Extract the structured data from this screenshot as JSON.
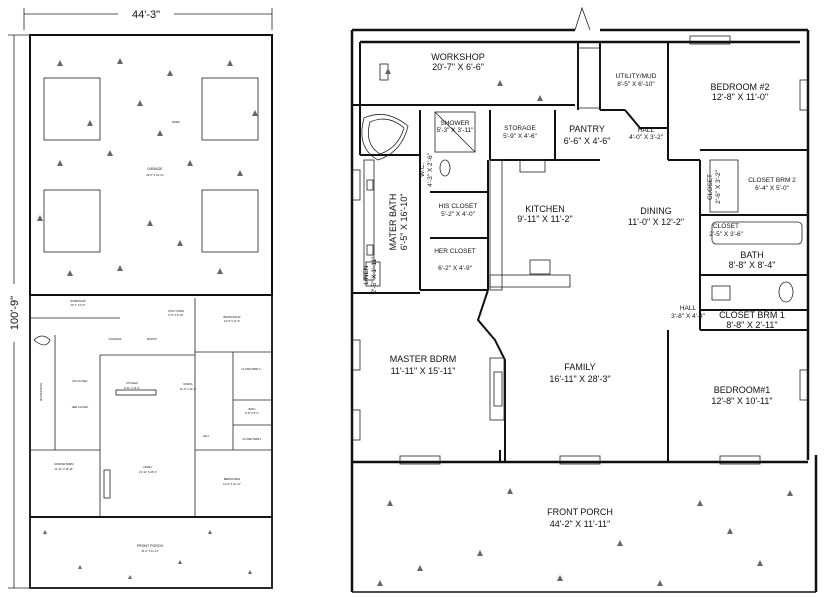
{
  "overall": {
    "width_label": "44'-3\"",
    "depth_label": "100'-9\""
  },
  "thumbnail": {
    "garage_name": "GARAGE",
    "garage_size": "43'-6\" X 44'-11\"",
    "work_small": "WORK",
    "workshop_name": "WORKSHOP",
    "workshop_size": "20'-7\" X 6'-6\"",
    "storage": "STORAGE",
    "pantry": "PANTRY",
    "utility_name": "UTILITY/MUD",
    "utility_size": "8'-5\" X 6'-10\"",
    "bedroom2_name": "BEDROOM #2",
    "bedroom2_size": "12'-8\" X 11'-0\"",
    "kitchen_name": "KITCHEN",
    "kitchen_size": "9'-11\" X 11'-2\"",
    "dining_name": "DINING",
    "dining_size": "11'-0\" X 12'-2\"",
    "master_bath": "MASTER BATH",
    "his_closet": "HIS CLOSET",
    "her_closet": "HER CLOSET",
    "closet_brm2": "CLOSET BRM 2",
    "bath_name": "BATH",
    "bath_size": "8'-8\" X 8'-4\"",
    "closet_brm1": "CLOSET BRM 1",
    "hall": "HALL",
    "master_bdrm_name": "MASTER BDRM",
    "master_bdrm_size": "11'-11\" X 15'-11\"",
    "family_name": "FAMILY",
    "family_size": "16'-11\" X 28'-3\"",
    "bedroom1_name": "BEDROOM#1",
    "bedroom1_size": "12'-8\" X 10'-11\"",
    "front_porch_name": "FRONT PORCH",
    "front_porch_size": "44'-2\" X 11'-11\""
  },
  "detail": {
    "workshop_name": "WORKSHOP",
    "workshop_size": "20'-7\" X 6'-6\"",
    "utility_name": "UTILITY/MUD",
    "utility_size": "8'-5\" X 6'-10\"",
    "bedroom2_name": "BEDROOM #2",
    "bedroom2_size": "12'-8\" X 11'-0\"",
    "shower_name": "SHOWER",
    "shower_size": "5'-3\" X 3'-11\"",
    "storage_name": "STORAGE",
    "storage_size": "5'-9\" X 4'-6\"",
    "pantry_name": "PANTRY",
    "pantry_size": "6'-6\" X 4'-6\"",
    "hall_top_name": "HALL",
    "hall_top_size": "4'-0\" X 3'-2\"",
    "closet_brm2_name": "CLOSET BRM 2",
    "closet_brm2_size": "6'-4\" X 5'-0\"",
    "wc_name": "W.C.",
    "wc_size": "4'-3\" X 2'-6\"",
    "closet_small_name": "CLOSET",
    "closet_small_size": "2'-6\" X 3'-2\"",
    "master_bath_name": "MATER BATH",
    "master_bath_size": "6'-5\" X 16'-10\"",
    "his_closet_name": "HIS CLOSET",
    "his_closet_size": "5'-2\" X 4'-0\"",
    "kitchen_name": "KITCHEN",
    "kitchen_size": "9'-11\" X 11'-2\"",
    "dining_name": "DINING",
    "dining_size": "11'-0\" X 12'-2\"",
    "closet_mid_name": "CLOSET",
    "closet_mid_size": "2'-5\" X 3'-6\"",
    "bath_name": "BATH",
    "bath_size": "8'-8\" X 8'-4\"",
    "her_closet_name": "HER CLOSET",
    "her_closet_size": "6'-2\" X 4'-9\"",
    "linen_name": "LINEN",
    "linen_size": "2'-5\" X 1'-11\"",
    "hall_lower_name": "HALL",
    "hall_lower_size": "3'-8\" X 4'-8\"",
    "closet_brm1_name": "CLOSET BRM 1",
    "closet_brm1_size": "8'-8\" X 2'-11\"",
    "master_bdrm_name": "MASTER BDRM",
    "master_bdrm_size": "11'-11\" X 15'-11\"",
    "family_name": "FAMILY",
    "family_size": "16'-11\" X 28'-3\"",
    "bedroom1_name": "BEDROOM#1",
    "bedroom1_size": "12'-8\" X 10'-11\"",
    "front_porch_name": "FRONT PORCH",
    "front_porch_size": "44'-2\" X 11'-11\""
  }
}
